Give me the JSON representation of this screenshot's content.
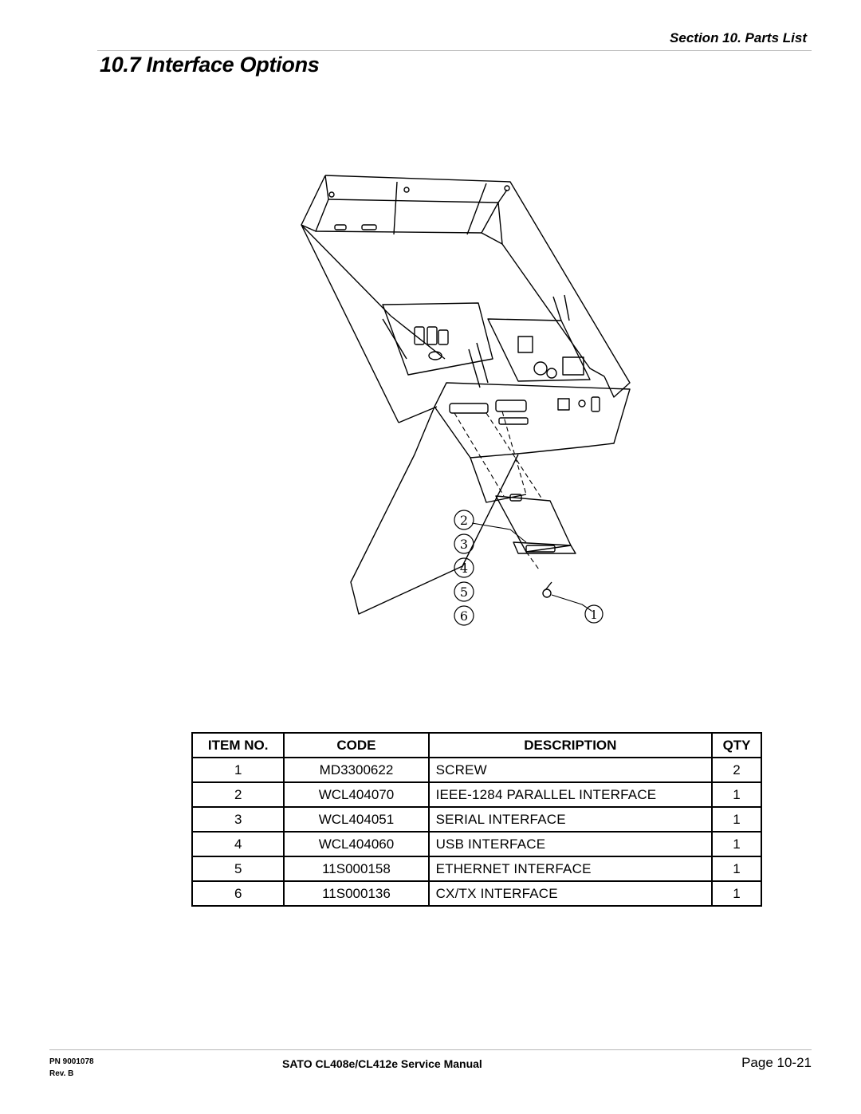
{
  "header": {
    "section": "Section 10.  Parts List",
    "title": "10.7 Interface Options"
  },
  "figure": {
    "callouts": [
      "1",
      "2",
      "3",
      "4",
      "5",
      "6"
    ]
  },
  "parts_table": {
    "columns": [
      "ITEM NO.",
      "CODE",
      "DESCRIPTION",
      "QTY"
    ],
    "rows": [
      {
        "item": "1",
        "code": "MD3300622",
        "description": "SCREW",
        "qty": "2"
      },
      {
        "item": "2",
        "code": "WCL404070",
        "description": "IEEE-1284 PARALLEL INTERFACE",
        "qty": "1"
      },
      {
        "item": "3",
        "code": "WCL404051",
        "description": "SERIAL INTERFACE",
        "qty": "1"
      },
      {
        "item": "4",
        "code": "WCL404060",
        "description": "USB INTERFACE",
        "qty": "1"
      },
      {
        "item": "5",
        "code": "11S000158",
        "description": "ETHERNET INTERFACE",
        "qty": "1"
      },
      {
        "item": "6",
        "code": "11S000136",
        "description": "CX/TX INTERFACE",
        "qty": "1"
      }
    ]
  },
  "footer": {
    "pn": "PN 9001078",
    "rev": "Rev. B",
    "manual": "SATO CL408e/CL412e Service Manual",
    "page": "Page 10-21"
  }
}
